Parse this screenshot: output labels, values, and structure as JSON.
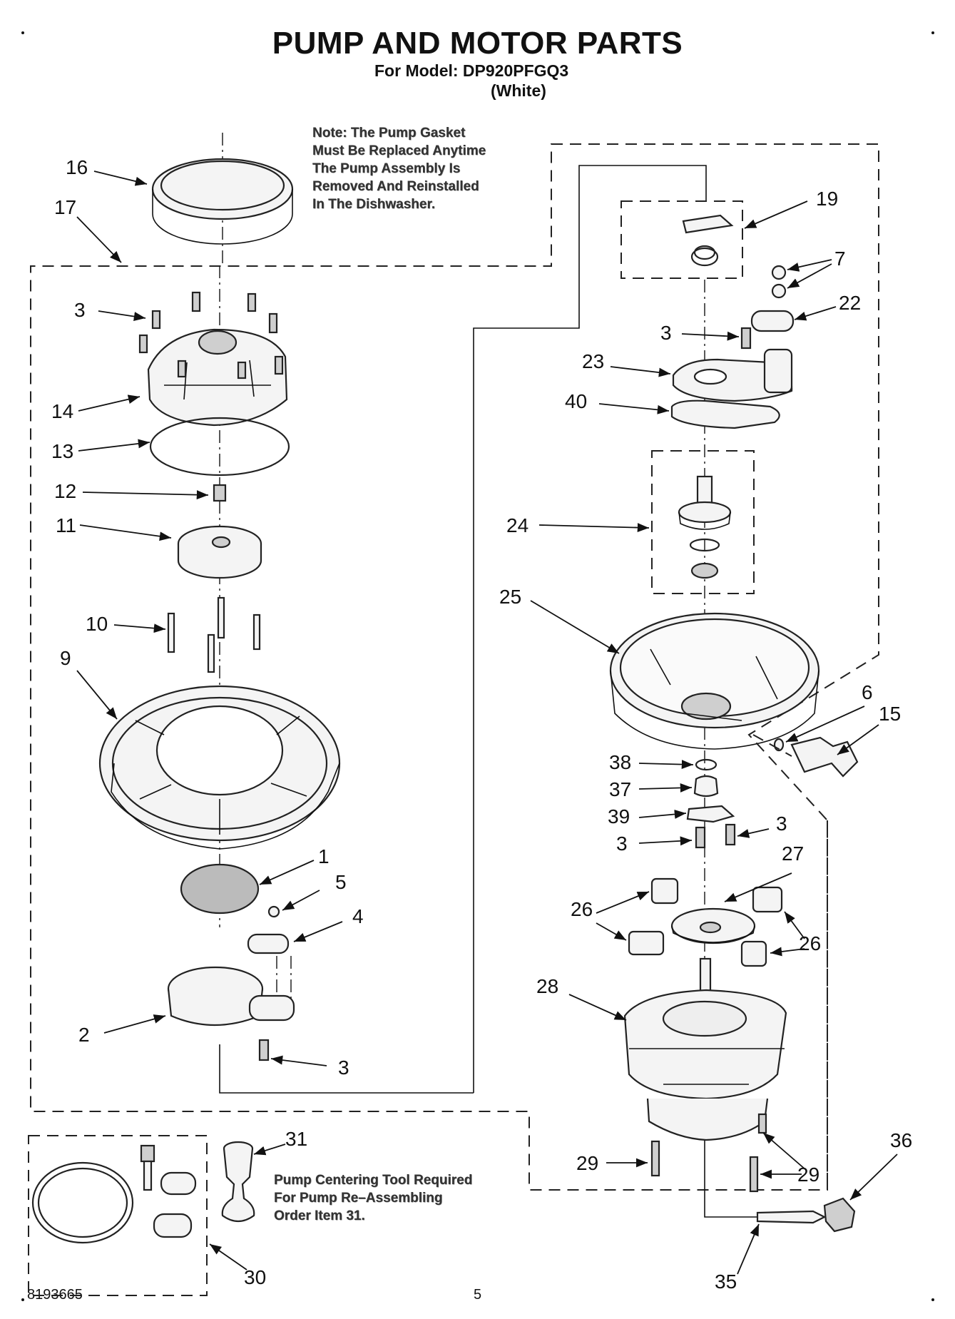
{
  "header": {
    "title": "PUMP AND MOTOR PARTS",
    "model_line": "For Model: DP920PFGQ3",
    "color_line": "(White)"
  },
  "notes": {
    "gasket_note": [
      "Note: The Pump Gasket",
      "Must Be Replaced Anytime",
      "The Pump Assembly Is",
      "Removed And Reinstalled",
      "In The Dishwasher."
    ],
    "tool_note": [
      "Pump Centering Tool Required",
      "For Pump Re–Assembling",
      "Order Item 31."
    ]
  },
  "callouts": [
    {
      "id": "c16",
      "label": "16"
    },
    {
      "id": "c17",
      "label": "17"
    },
    {
      "id": "c3a",
      "label": "3"
    },
    {
      "id": "c14",
      "label": "14"
    },
    {
      "id": "c13",
      "label": "13"
    },
    {
      "id": "c12",
      "label": "12"
    },
    {
      "id": "c11",
      "label": "11"
    },
    {
      "id": "c10",
      "label": "10"
    },
    {
      "id": "c9",
      "label": "9"
    },
    {
      "id": "c1",
      "label": "1"
    },
    {
      "id": "c5",
      "label": "5"
    },
    {
      "id": "c4",
      "label": "4"
    },
    {
      "id": "c2",
      "label": "2"
    },
    {
      "id": "c3b",
      "label": "3"
    },
    {
      "id": "c31",
      "label": "31"
    },
    {
      "id": "c30",
      "label": "30"
    },
    {
      "id": "c19",
      "label": "19"
    },
    {
      "id": "c7",
      "label": "7"
    },
    {
      "id": "c22",
      "label": "22"
    },
    {
      "id": "c3c",
      "label": "3"
    },
    {
      "id": "c23",
      "label": "23"
    },
    {
      "id": "c40",
      "label": "40"
    },
    {
      "id": "c24",
      "label": "24"
    },
    {
      "id": "c25",
      "label": "25"
    },
    {
      "id": "c6",
      "label": "6"
    },
    {
      "id": "c15",
      "label": "15"
    },
    {
      "id": "c38",
      "label": "38"
    },
    {
      "id": "c37",
      "label": "37"
    },
    {
      "id": "c39",
      "label": "39"
    },
    {
      "id": "c3d",
      "label": "3"
    },
    {
      "id": "c3e",
      "label": "3"
    },
    {
      "id": "c27",
      "label": "27"
    },
    {
      "id": "c26a",
      "label": "26"
    },
    {
      "id": "c26b",
      "label": "26"
    },
    {
      "id": "c28",
      "label": "28"
    },
    {
      "id": "c29a",
      "label": "29"
    },
    {
      "id": "c29b",
      "label": "29"
    },
    {
      "id": "c36",
      "label": "36"
    },
    {
      "id": "c35",
      "label": "35"
    }
  ],
  "footer": {
    "doc_number": "8193665",
    "page_number": "5"
  }
}
